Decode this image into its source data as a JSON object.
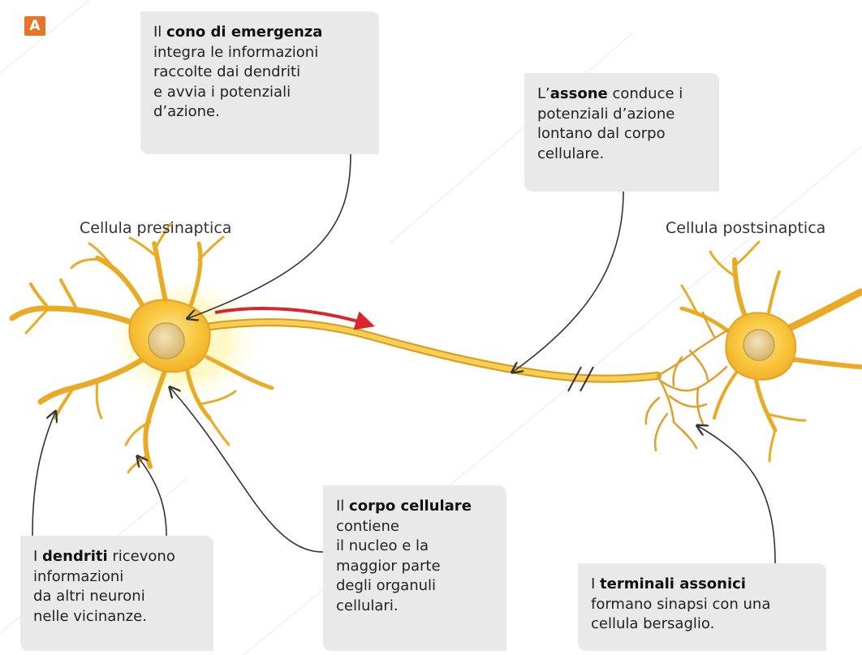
{
  "figure": {
    "panel_letter": "A"
  },
  "cells": {
    "presynaptic": "Cellula presinaptica",
    "postsynaptic": "Cellula postsinaptica"
  },
  "callouts": {
    "axon_hillock": {
      "pre": "Il ",
      "bold": "cono di emergenza",
      "lines": [
        "integra le informazioni",
        "raccolte dai dendriti",
        "e avvia i potenziali",
        "d’azione."
      ]
    },
    "axon": {
      "pre": "L’",
      "bold": "assone",
      "post": " conduce i",
      "lines": [
        "potenziali d’azione",
        "lontano dal corpo",
        "cellulare."
      ]
    },
    "dendrites": {
      "pre": "I ",
      "bold": "dendriti",
      "post": " ricevono",
      "lines": [
        "informazioni",
        "da altri neuroni",
        "nelle vicinanze."
      ]
    },
    "cell_body": {
      "pre": "Il ",
      "bold": "corpo cellulare",
      "lines": [
        "contiene",
        "il nucleo e la",
        "maggior parte",
        "degli organuli",
        "cellulari."
      ]
    },
    "axon_terminals": {
      "pre": "I ",
      "bold": "terminali assonici",
      "lines": [
        "formano sinapsi con una",
        "cellula bersaglio."
      ]
    }
  },
  "colors": {
    "neuron_fill": "#f7c23a",
    "neuron_edge": "#d99a1c",
    "nucleus": "#e0c27a",
    "signal_arrow": "#d8262b",
    "callout_bg": "#e9e9e9",
    "badge": "#e8742a"
  }
}
